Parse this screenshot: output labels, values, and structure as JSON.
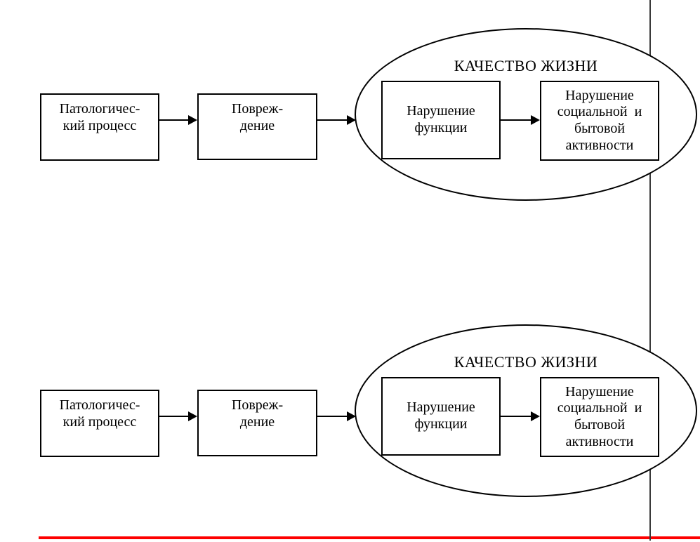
{
  "colors": {
    "diagram_stroke": "#000000",
    "vertical_rule": "#3a3a3a",
    "red_rule": "#fd0000"
  },
  "diagrams": [
    {
      "position": "top",
      "pathological_process": "Патологичес-\nкий процесс",
      "damage": "Повреж-\nдение",
      "quality_of_life_title": "КАЧЕСТВО ЖИЗНИ",
      "function_impairment": "Нарушение\nфункции",
      "social_impairment": "Нарушение\nсоциальной  и\nбытовой\nактивности"
    },
    {
      "position": "bottom",
      "pathological_process": "Патологичес-\nкий процесс",
      "damage": "Повреж-\nдение",
      "quality_of_life_title": "КАЧЕСТВО ЖИЗНИ",
      "function_impairment": "Нарушение\nфункции",
      "social_impairment": "Нарушение\nсоциальной  и\nбытовой\nактивности"
    }
  ]
}
